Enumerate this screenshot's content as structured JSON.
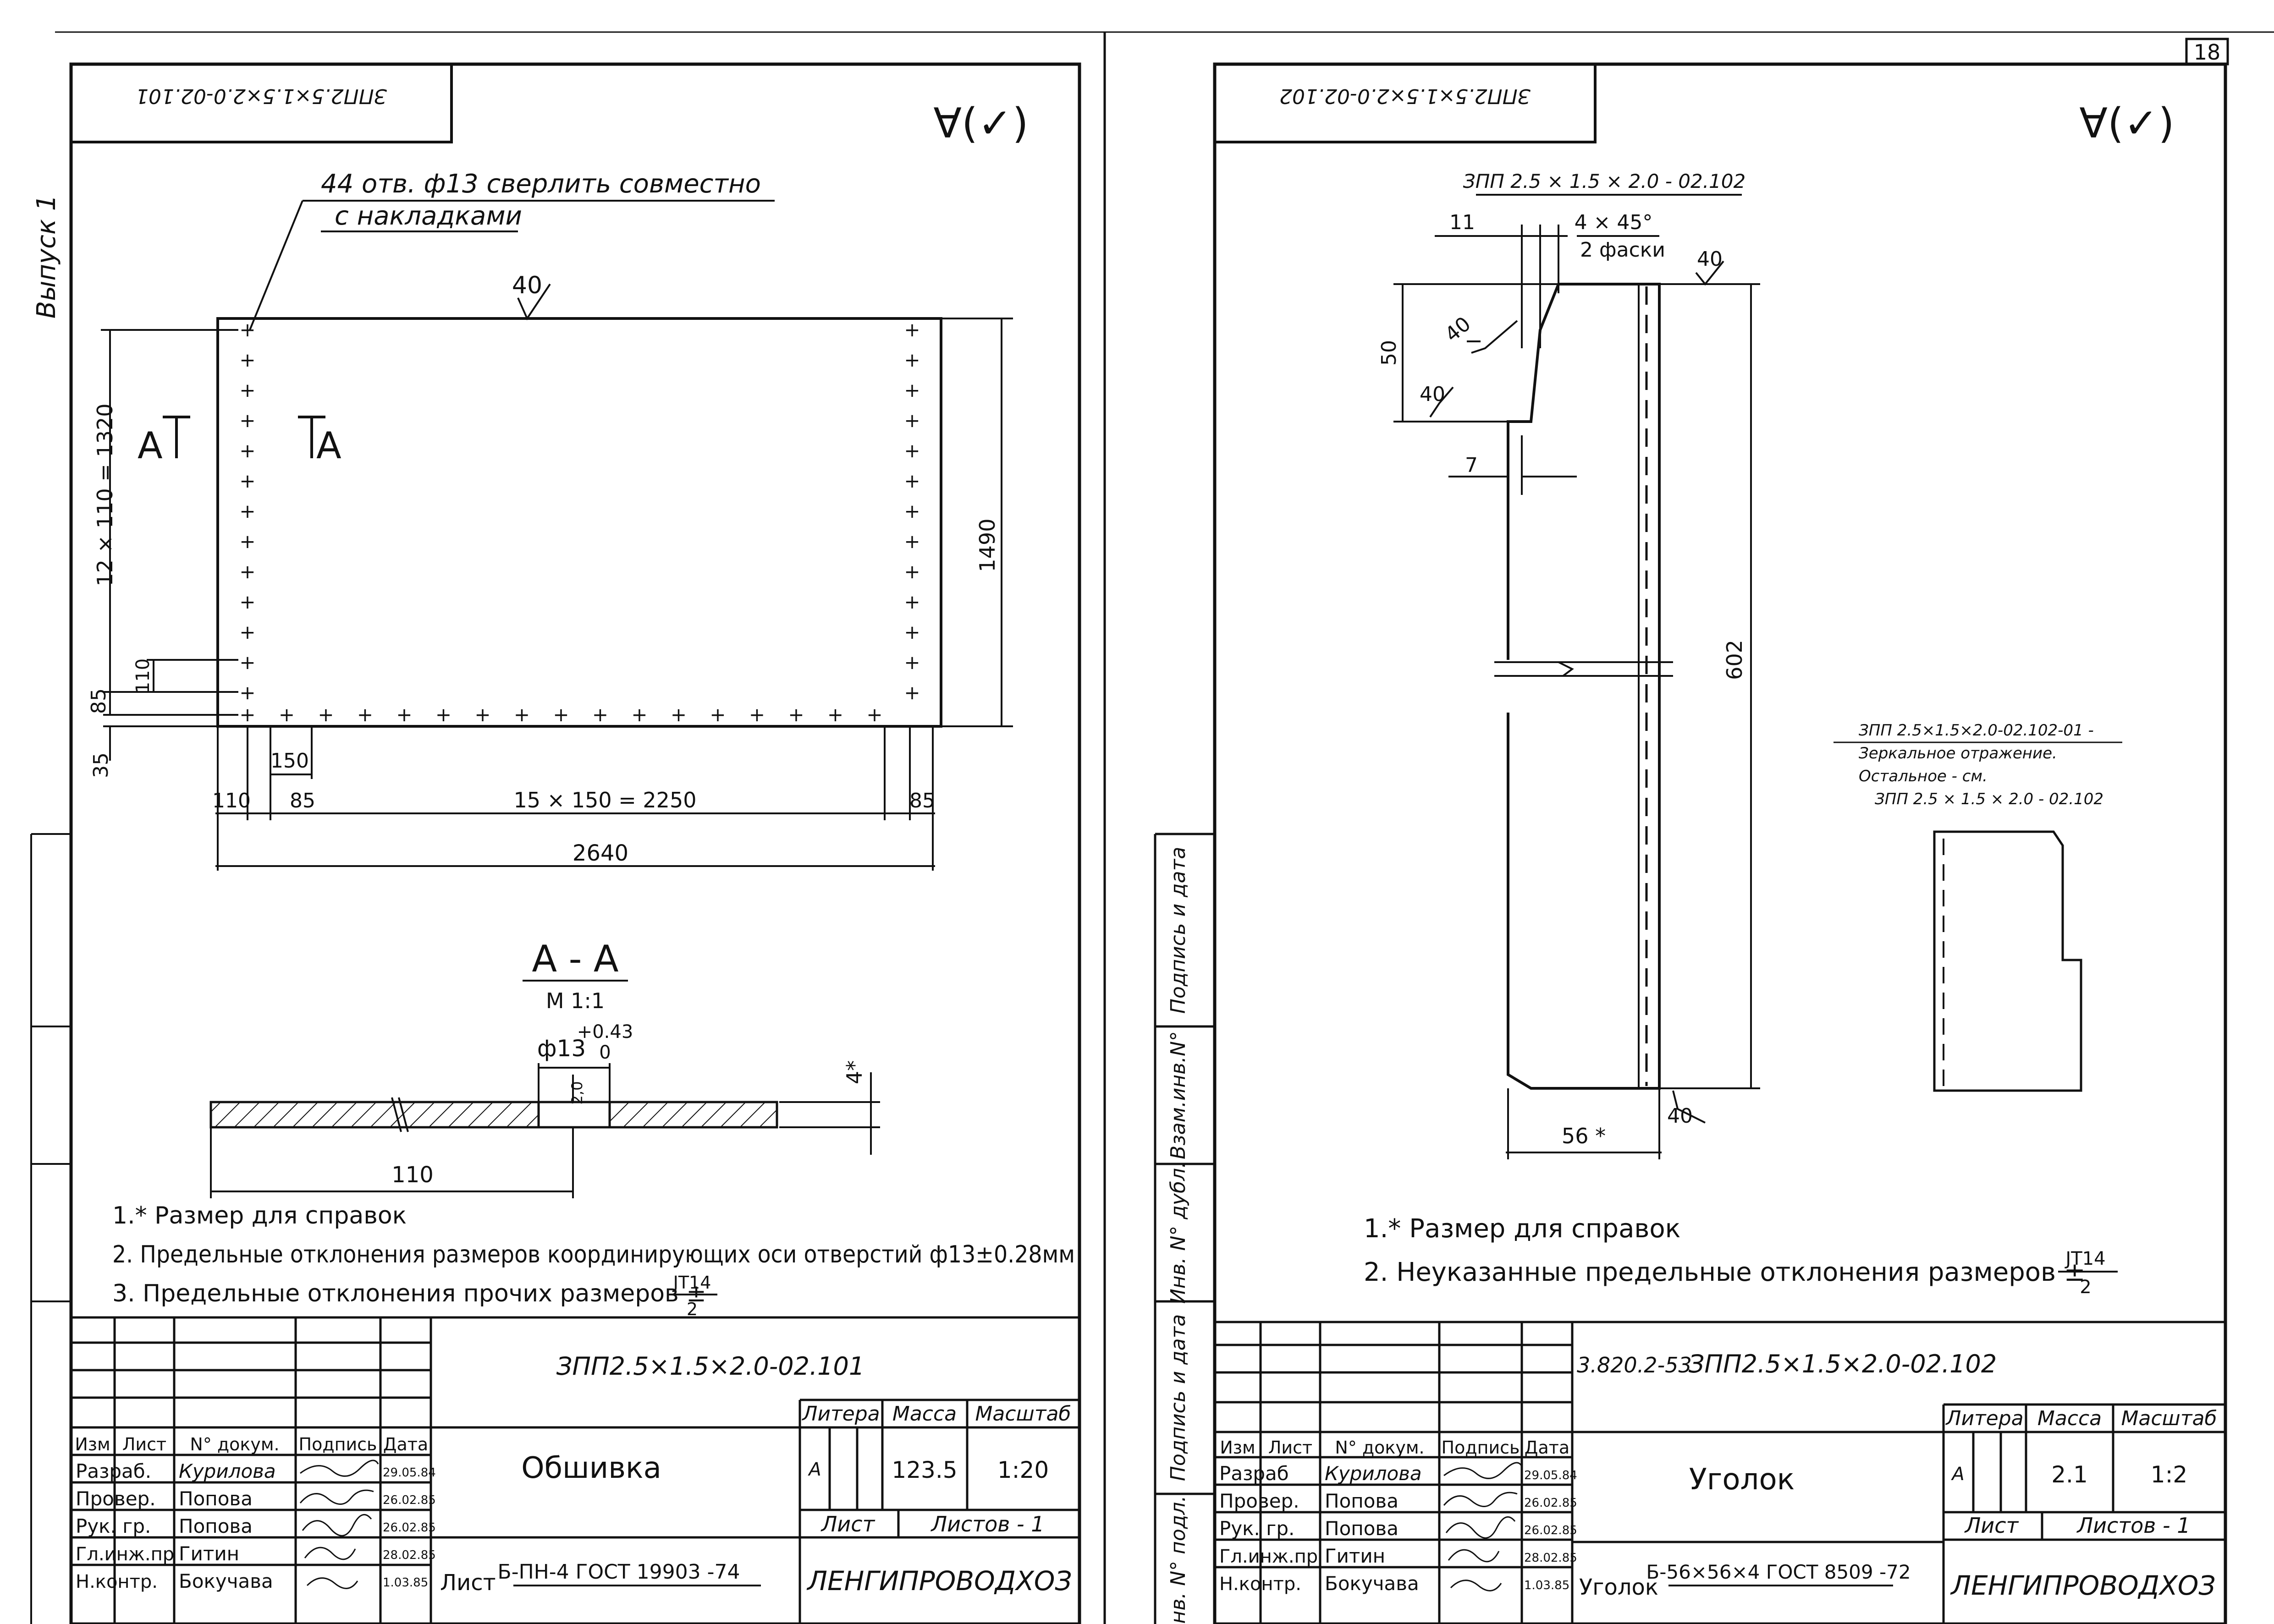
{
  "left_sheet": {
    "stamp_code": "ЗПП2.5×1.5×2.0-02.101",
    "side_note": "Выпуск 1",
    "roughness": "∀(✓)",
    "callout_holes_line1": "44 отв. ф13 сверлить совместно",
    "callout_holes_line2": "с накладками",
    "roughness_top": "40",
    "section_marker_left": "А",
    "section_marker_right": "А",
    "dim_left_vertical": "12 × 110 = 1320",
    "dim_right_vertical": "1490",
    "dim_110_small": "110",
    "dim_85_vertical": "85",
    "dim_35_vertical": "35",
    "dim_150": "150",
    "dim_110_bottom": "110",
    "dim_85_bottom_left": "85",
    "dim_chain": "15 × 150 = 2250",
    "dim_85_bottom_right": "85",
    "dim_overall": "2640",
    "section_title": "А - А",
    "section_scale": "М 1:1",
    "hole_dim": "ф13",
    "hole_tol_upper": "+0.43",
    "hole_tol_lower": "0",
    "thickness_20": "2,0",
    "thickness_4": "4*",
    "section_dim_110": "110",
    "notes": [
      "1.* Размер для справок",
      "2. Предельные отклонения размеров координирующих оси отверстий ф13±0.28мм",
      "3. Предельные отклонения прочих размеров ±"
    ],
    "tol_fraction_num": "JT14",
    "tol_fraction_den": "2",
    "title_block": {
      "code": "ЗПП2.5×1.5×2.0-02.101",
      "part_name": "Обшивка",
      "col_headers": [
        "Изм",
        "Лист",
        "N° докум.",
        "Подпись",
        "Дата"
      ],
      "rows": [
        {
          "role": "Разраб.",
          "name": "Курилова",
          "date": "29.05.84"
        },
        {
          "role": "Провер.",
          "name": "Попова",
          "date": "26.02.85"
        },
        {
          "role": "Рук. гр.",
          "name": "Попова",
          "date": "26.02.85"
        },
        {
          "role": "Гл.инж.пр",
          "name": "Гитин",
          "date": "28.02.85"
        },
        {
          "role": "Н.контр.",
          "name": "Бокучава",
          "date": "1.03.85"
        }
      ],
      "litera_label": "Литера",
      "mass_label": "Масса",
      "scale_label": "Масштаб",
      "litera": "А",
      "mass": "123.5",
      "scale": "1:20",
      "sheet_label": "Лист",
      "sheets_label": "Листов - 1",
      "material_prefix": "Лист",
      "material": "Б-ПН-4 ГОСТ 19903 -74",
      "org": "ЛЕНГИПРОВОДХОЗ"
    }
  },
  "right_sheet": {
    "sheet_number": "18",
    "stamp_code": "ЗПП2.5×1.5×2.0-02.102",
    "roughness": "∀(✓)",
    "view_label": "ЗПП 2.5 × 1.5 × 2.0 - 02.102",
    "dim_11": "11",
    "chamfer_line1": "4 × 45°",
    "chamfer_line2": "2 фаски",
    "rough_40_top": "40",
    "rough_40_mid": "40",
    "rough_40_left": "40",
    "dim_50": "50",
    "dim_7": "7",
    "dim_602": "602",
    "dim_56": "56 *",
    "rough_40_bottom": "40",
    "mirror_note_line1": "ЗПП 2.5×1.5×2.0-02.102-01 -",
    "mirror_note_line2": "Зеркальное отражение.",
    "mirror_note_line3": "Остальное - см.",
    "mirror_note_line4": "ЗПП 2.5 × 1.5 × 2.0 - 02.102",
    "side_labels": [
      "Подпись и дата",
      "Взам.инв.N°",
      "Инв. N° дубл.",
      "Подпись и дата",
      "Инв. N° подл."
    ],
    "notes": [
      "1.* Размер для справок",
      "2. Неуказанные предельные отклонения размеров ±"
    ],
    "tol_fraction_num": "JT14",
    "tol_fraction_den": "2",
    "title_block": {
      "series": "3.820.2-53",
      "code": "ЗПП2.5×1.5×2.0-02.102",
      "part_name": "Уголок",
      "col_headers": [
        "Изм",
        "Лист",
        "N° докум.",
        "Подпись",
        "Дата"
      ],
      "rows": [
        {
          "role": "Разраб",
          "name": "Курилова",
          "date": "29.05.84"
        },
        {
          "role": "Провер.",
          "name": "Попова",
          "date": "26.02.85"
        },
        {
          "role": "Рук. гр.",
          "name": "Попова",
          "date": "26.02.85"
        },
        {
          "role": "Гл.инж.пр",
          "name": "Гитин",
          "date": "28.02.85"
        },
        {
          "role": "Н.контр.",
          "name": "Бокучава",
          "date": "1.03.85"
        }
      ],
      "litera_label": "Литера",
      "mass_label": "Масса",
      "scale_label": "Масштаб",
      "litera": "А",
      "mass": "2.1",
      "scale": "1:2",
      "sheet_label": "Лист",
      "sheets_label": "Листов - 1",
      "material_prefix": "Уголок",
      "material": "Б-56×56×4 ГОСТ 8509 -72",
      "org": "ЛЕНГИПРОВОДХОЗ"
    }
  }
}
